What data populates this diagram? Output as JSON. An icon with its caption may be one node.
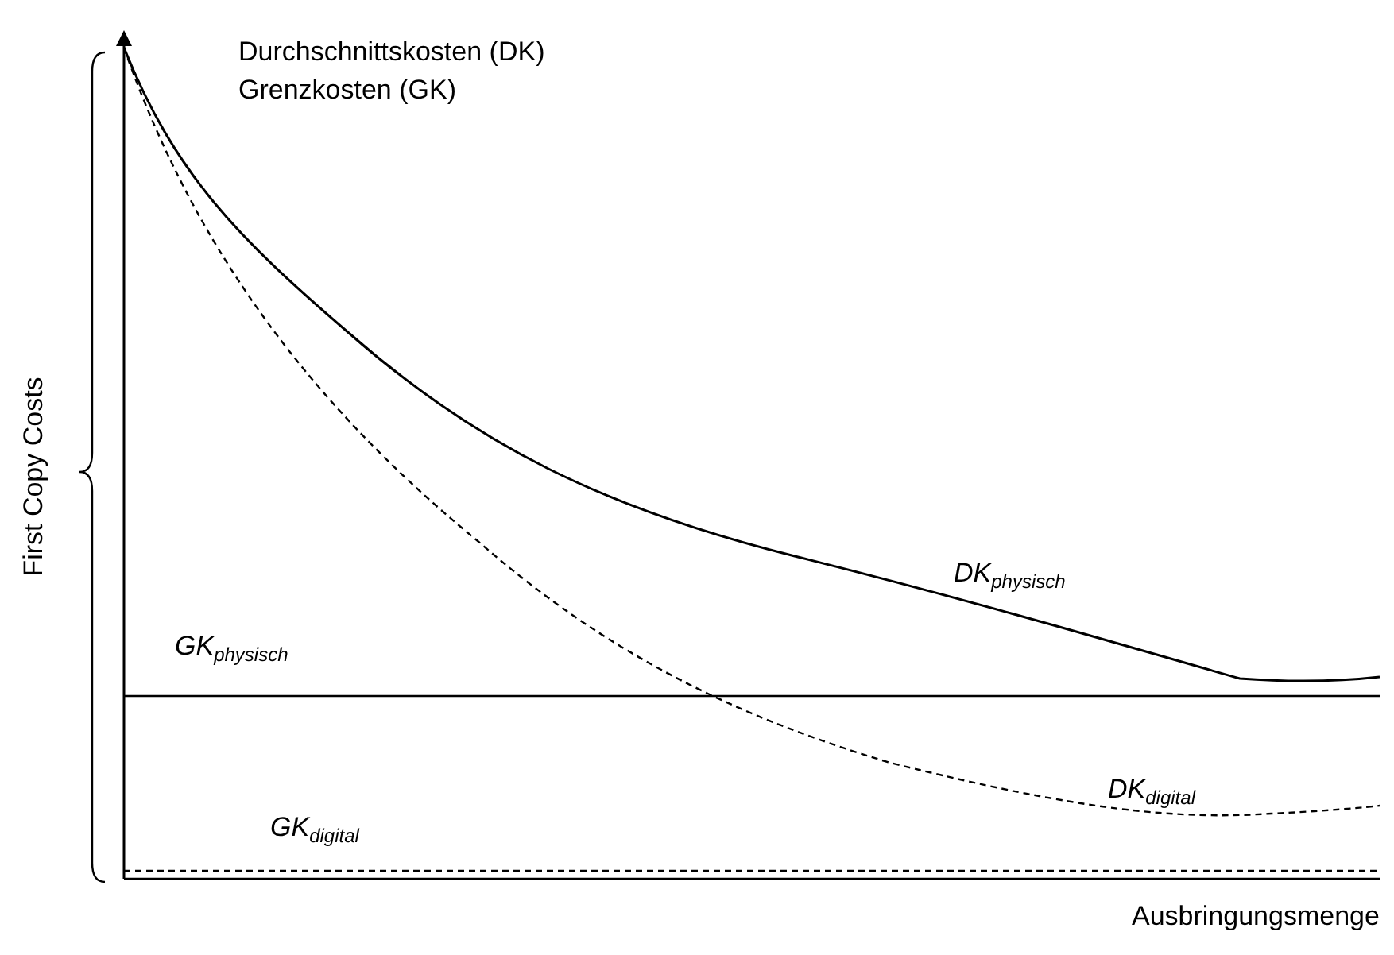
{
  "diagram": {
    "labels": [
      "Durchschnittskosten (DK)",
      "Grenzkosten (GK)",
      "First Copy Costs",
      "DK$_{physisch}$",
      "GK$_{physisch}$",
      "DK$_{digital}$",
      "GK$_{digital}$",
      "Ausbringungsmenge"
    ]
  }
}
